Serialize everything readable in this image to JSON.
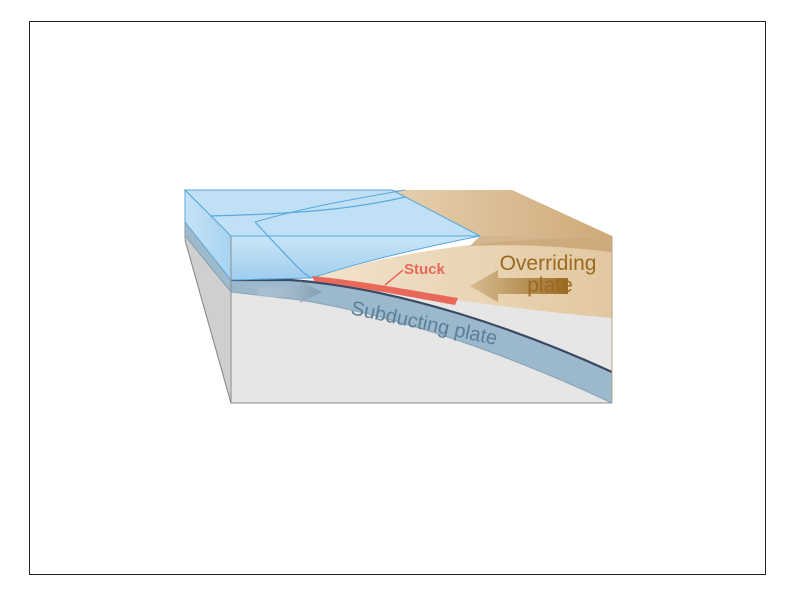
{
  "labels": {
    "stuck": "Stuck",
    "overriding_line1": "Overriding",
    "overriding_line2": "plate",
    "subducting": "Subducting plate"
  },
  "colors": {
    "ocean_top": "#b9dcf3",
    "ocean_front": "#a8d2f0",
    "ocean_edge": "#5aa8dc",
    "overriding_land": "#d8b78c",
    "overriding_front": "#ecd8b8",
    "subducting_plate": "#9bb8cc",
    "mantle": "#e6e6e6",
    "stuck_zone": "#e8685a",
    "stuck_label": "#e8685a",
    "overriding_label": "#9a6a22",
    "subducting_label": "#5a7f98"
  }
}
